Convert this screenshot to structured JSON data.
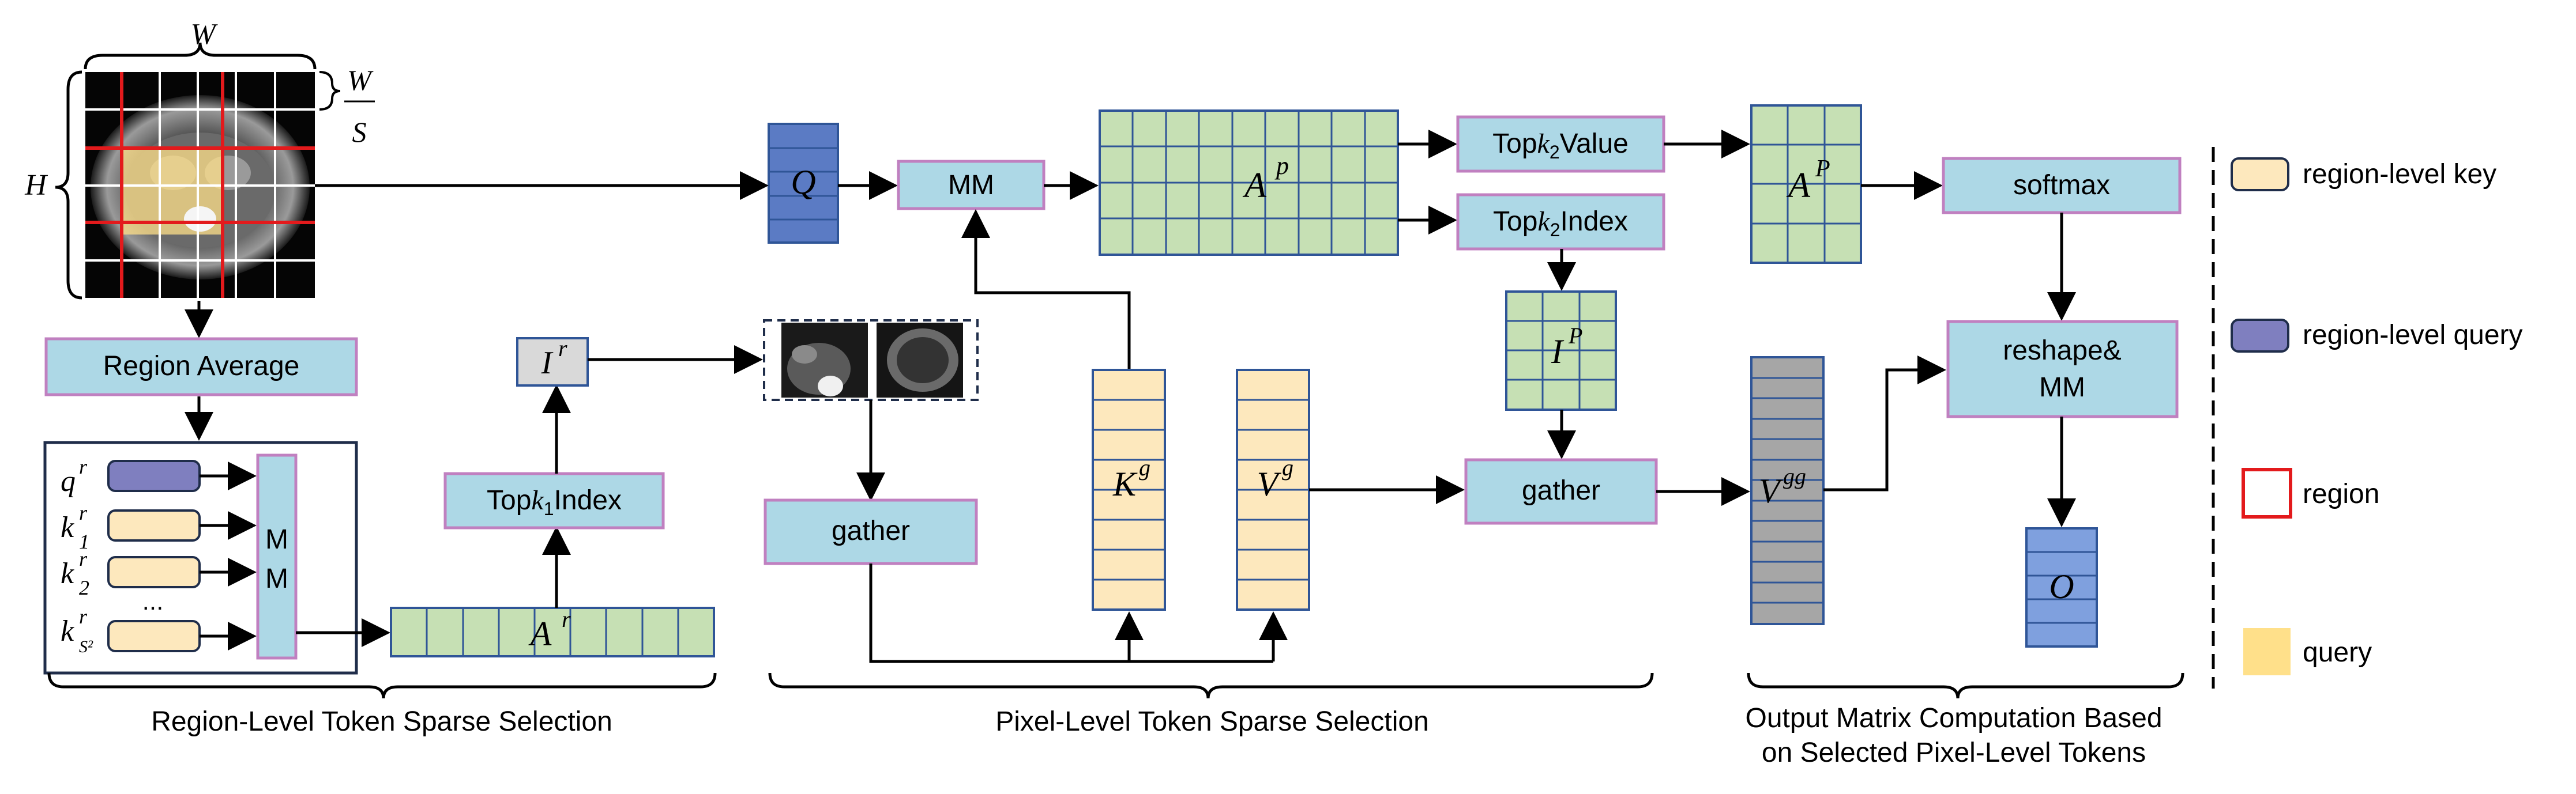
{
  "image_text": {
    "width_label": "W",
    "height_label": "H",
    "region_frac_num": "W",
    "region_frac_den": "S"
  },
  "nodes": {
    "region_average": "Region Average",
    "mm_letter_1": "M",
    "mm_letter_2": "M",
    "ellipsis": "...",
    "topk1_index": {
      "pre": "Top",
      "k": "k",
      "sub": "1",
      "post": "Index"
    },
    "ir": {
      "base": "I",
      "sup": "r"
    },
    "ar": {
      "base": "A",
      "sup": "r"
    },
    "gather_left": "gather",
    "q": "Q",
    "mm_top": "MM",
    "ap": {
      "base": "A",
      "sup": "p"
    },
    "kg": {
      "base": "K",
      "sup": "g"
    },
    "vg": {
      "base": "V",
      "sup": "g"
    },
    "topk2_value": {
      "pre": "Top",
      "k": "k",
      "sub": "2",
      "post": "Value"
    },
    "topk2_index": {
      "pre": "Top",
      "k": "k",
      "sub": "2",
      "post": "Index"
    },
    "ip": {
      "base": "I",
      "sup": "P"
    },
    "gather_right": "gather",
    "ap_sel": {
      "base": "A",
      "sup": "P"
    },
    "vgg": {
      "base": "V",
      "sup": "gg"
    },
    "softmax": "softmax",
    "reshape_line1": "reshape&",
    "reshape_line2": "MM",
    "o": "O"
  },
  "query_keys": [
    {
      "base": "q",
      "sup": "r",
      "sub": ""
    },
    {
      "base": "k",
      "sup": "r",
      "sub": "1"
    },
    {
      "base": "k",
      "sup": "r",
      "sub": "2"
    },
    {
      "base": "k",
      "sup": "r",
      "sub": "S²"
    }
  ],
  "sections": {
    "region": "Region-Level Token Sparse Selection",
    "pixel": "Pixel-Level Token Sparse Selection",
    "output_line1": "Output Matrix Computation Based",
    "output_line2": "on Selected Pixel-Level Tokens"
  },
  "legend": [
    {
      "label": "region-level key",
      "swatch": "key"
    },
    {
      "label": "region-level query",
      "swatch": "query-token"
    },
    {
      "label": "region",
      "swatch": "region"
    },
    {
      "label": "query",
      "swatch": "query"
    }
  ],
  "colors": {
    "light_blue_box": "#add8e6",
    "box_border": "#c080c0",
    "green_grid": "#c6e0b4",
    "grid_line": "#2f5597",
    "key_fill": "#fde8bd",
    "query_token_fill": "#7f7fbf",
    "q_fill": "#5b7bc4",
    "o_fill": "#7fa0de",
    "vgg_fill": "#a6a6a6",
    "region_red": "#e31a1c",
    "query_yellow": "#ffe08a"
  }
}
